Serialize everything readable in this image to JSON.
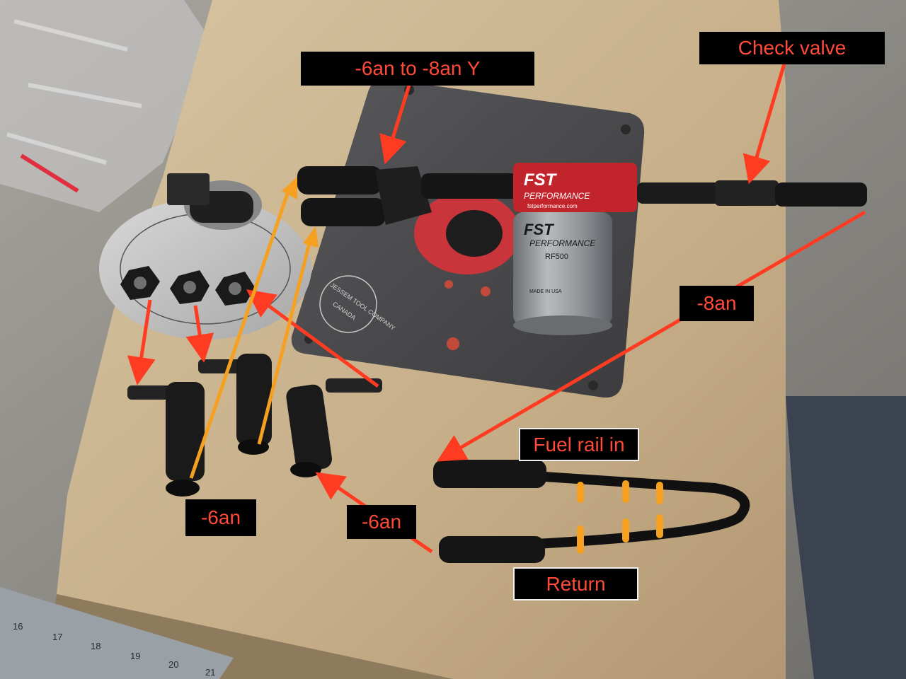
{
  "photo": {
    "callouts": {
      "y_fitting": "-6an to -8an Y",
      "check_valve": "Check valve",
      "eight_an": "-8an",
      "fuel_rail_in": "Fuel rail in",
      "return": "Return",
      "six_an_left": "-6an",
      "six_an_mid": "-6an"
    },
    "branding": {
      "pump_mark": "FST",
      "pump_sub": "PERFORMANCE",
      "pump_site": "fstperformance.com",
      "filter_mark": "FST",
      "filter_sub": "PERFORMANCE",
      "filter_model": "RF500",
      "filter_origin": "MADE IN USA",
      "plate_maker": "JESSEM TOOL COMPANY",
      "plate_country": "CANADA"
    },
    "ruler_numbers": [
      "16",
      "17",
      "18",
      "19",
      "20",
      "21"
    ],
    "colors": {
      "label_bg": "#000000",
      "label_text": "#ff4a3a",
      "arrow_red": "#ff3b22",
      "arrow_orange": "#f5a020",
      "plate": "#4a4a4c",
      "wood": "#c8b08a"
    }
  }
}
